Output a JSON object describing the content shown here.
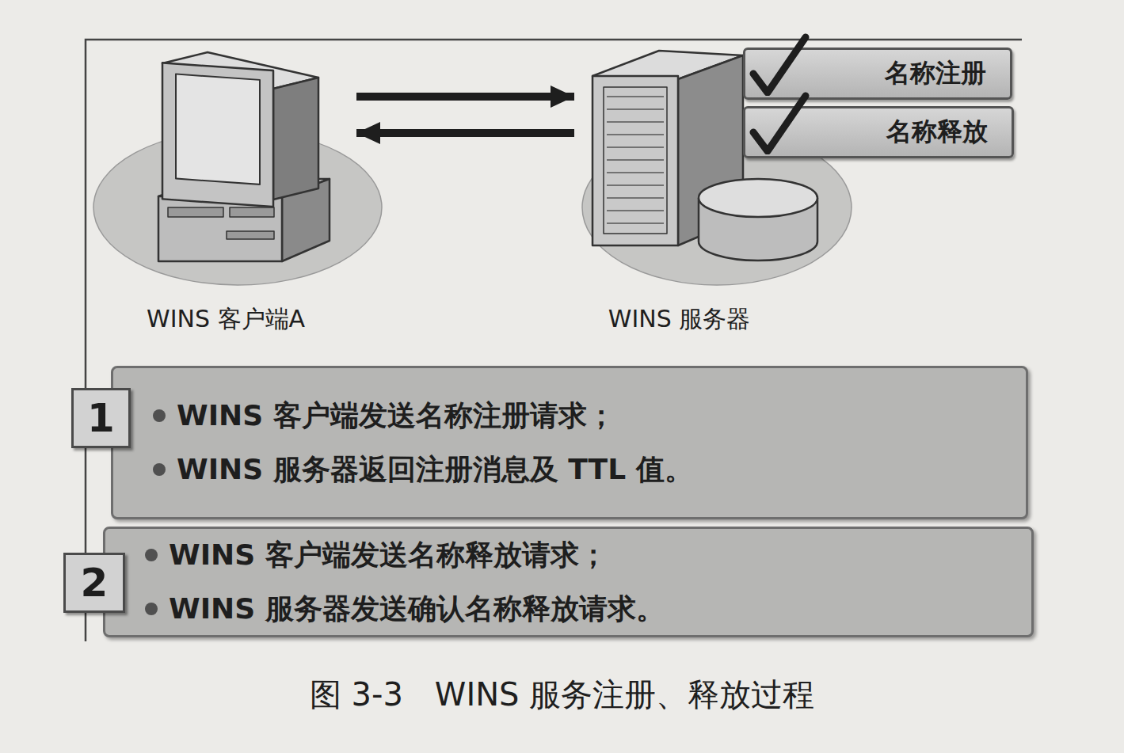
{
  "diagram": {
    "caption": "图 3-3　WINS 服务注册、释放过程",
    "nodes": [
      {
        "text": [
          "WINS 客户端A"
        ]
      },
      {
        "text": [
          "WINS 服务器"
        ]
      },
      {
        "text": [
          "名称注册"
        ]
      },
      {
        "text": [
          "名称释放"
        ]
      },
      {
        "text": [
          "1"
        ]
      },
      {
        "text": [
          "WINS 客户端发送名称注册请求；",
          "WINS 服务器返回注册消息及 TTL 值。"
        ]
      },
      {
        "text": [
          "2"
        ]
      },
      {
        "text": [
          "WINS 客户端发送名称释放请求；",
          "WINS 服务器发送确认名称释放请求。"
        ]
      }
    ],
    "edges": [
      {
        "from": 0,
        "to": 1,
        "arrow": "to"
      },
      {
        "from": 1,
        "to": 0,
        "arrow": "to"
      }
    ]
  }
}
